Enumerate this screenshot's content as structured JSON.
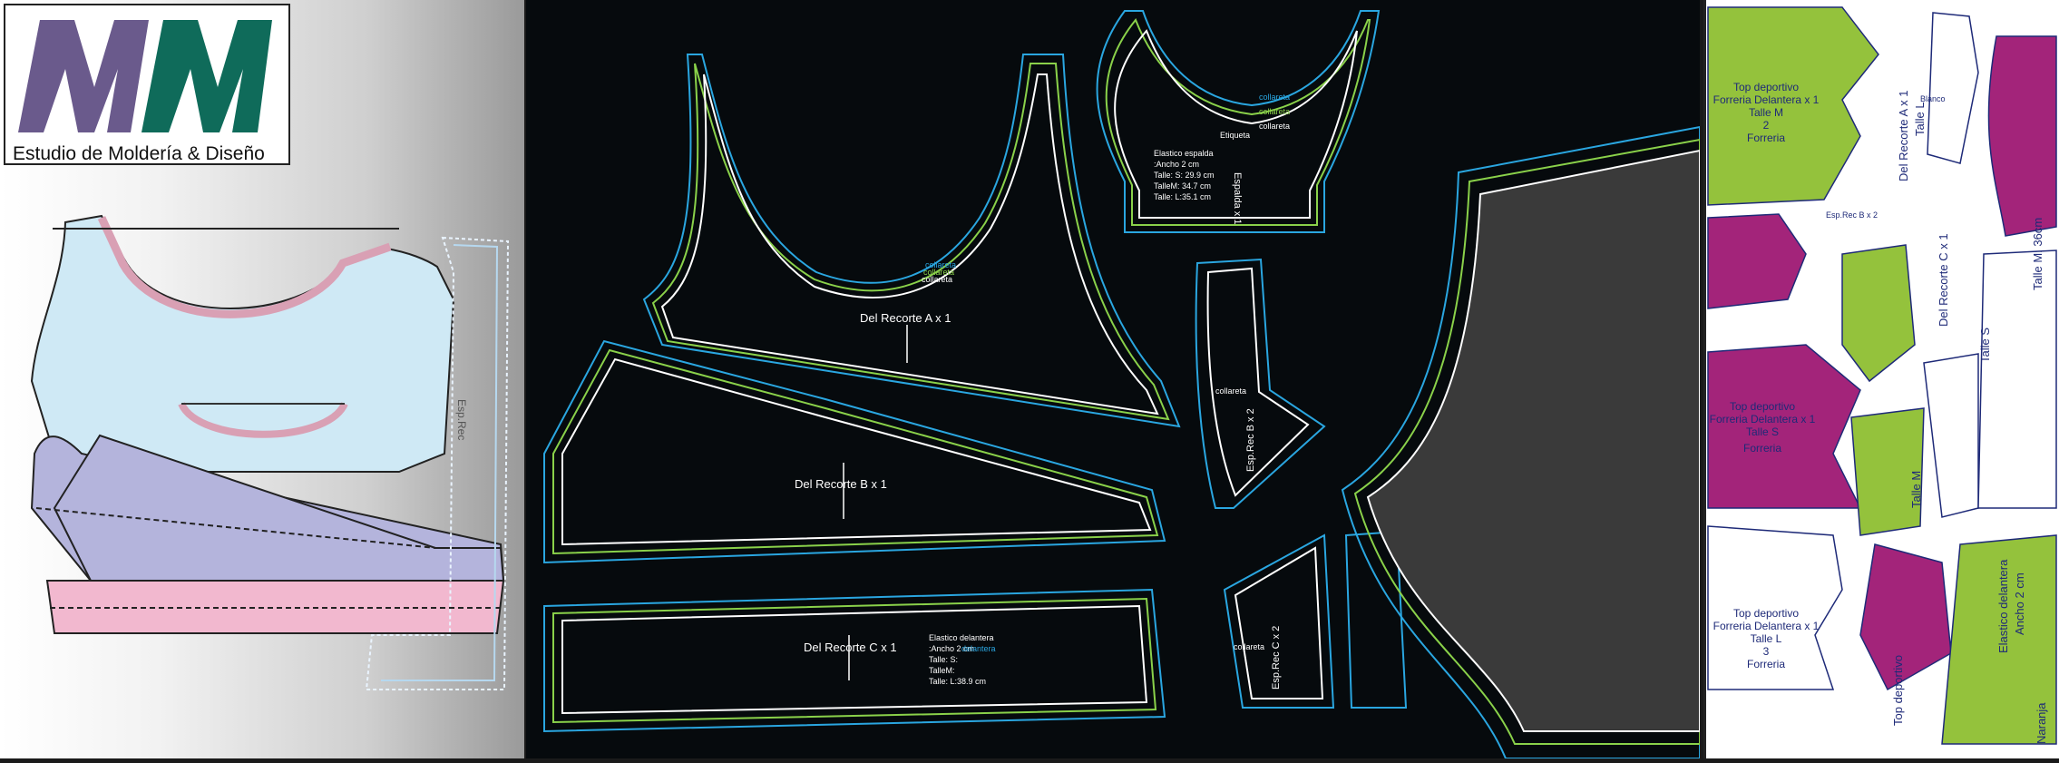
{
  "logo": {
    "letters": "MM",
    "subtitle": "Estudio de Moldería & Diseño",
    "colors": {
      "m1": "#6a5a8c",
      "m2": "#0f6b5a"
    }
  },
  "garment": {
    "colors": {
      "upper": "#cfe9f5",
      "middle": "#b4b4dc",
      "band": "#f2b8cf",
      "binding": "#d9a0b4"
    },
    "side_piece_label": "Esp.Rec"
  },
  "pattern_pieces": {
    "recorte_a": {
      "label": "Del Recorte A  x 1",
      "tag1": "collareta",
      "tag2": "collareta",
      "tag3": "collareta"
    },
    "recorte_b": {
      "label": "Del Recorte B  x 1"
    },
    "recorte_c": {
      "label": "Del Recorte C  x 1"
    },
    "elastico_delantera": {
      "l1": "Elastico delantera",
      "l2": ":Ancho 2 cm",
      "l3": "Talle: S:",
      "l4": "TalleM:",
      "l5": "Talle: L:38.9 cm",
      "tag": "delantera"
    },
    "espalda": {
      "label": "Espalda x 1",
      "etiqueta": "Etiqueta",
      "tag1": "collareta",
      "tag2": "collareta",
      "tag3": "collareta",
      "l1": "Elastico espalda",
      "l2": ":Ancho 2 cm",
      "l3": "Talle: S: 29.9 cm",
      "l4": "TalleM: 34.7 cm",
      "l5": "Talle: L:35.1 cm"
    },
    "esp_rec_b": {
      "label": "Esp.Rec B x 2",
      "tag": "collareta"
    },
    "esp_rec_c": {
      "label": "Esp.Rec C x 2",
      "tag": "collareta"
    }
  },
  "marker": {
    "colors": {
      "green": "#94c23c",
      "magenta": "#a3247a",
      "white": "#ffffff",
      "outline": "#1e2a78"
    },
    "blocks": [
      {
        "l1": "Top deportivo",
        "l2": "Forreria Delantera x 1",
        "l3": "Talle M",
        "l4": "2",
        "l5": "Forreria"
      },
      {
        "l1": "Top deportivo",
        "l2": "Forreria Delantera x 1",
        "l3": "Talle S",
        "l4": "",
        "l5": "Forreria"
      },
      {
        "l1": "Top deportivo",
        "l2": "Forreria Delantera x 1",
        "l3": "Talle L",
        "l4": "3",
        "l5": "Forreria"
      }
    ],
    "vert": {
      "a": "Del Recorte A x 1",
      "b": "Talle L",
      "c": "Talle M",
      "d": "Del Recorte C x 1",
      "e": "Blanco",
      "f": "Naranja",
      "g": "Talle M: 36cm",
      "h": "Elastico delantera",
      "i": "Ancho 2 cm",
      "j": "Talle S",
      "k": "Top deportivo",
      "l": "Esp.Rec B x 2"
    }
  }
}
